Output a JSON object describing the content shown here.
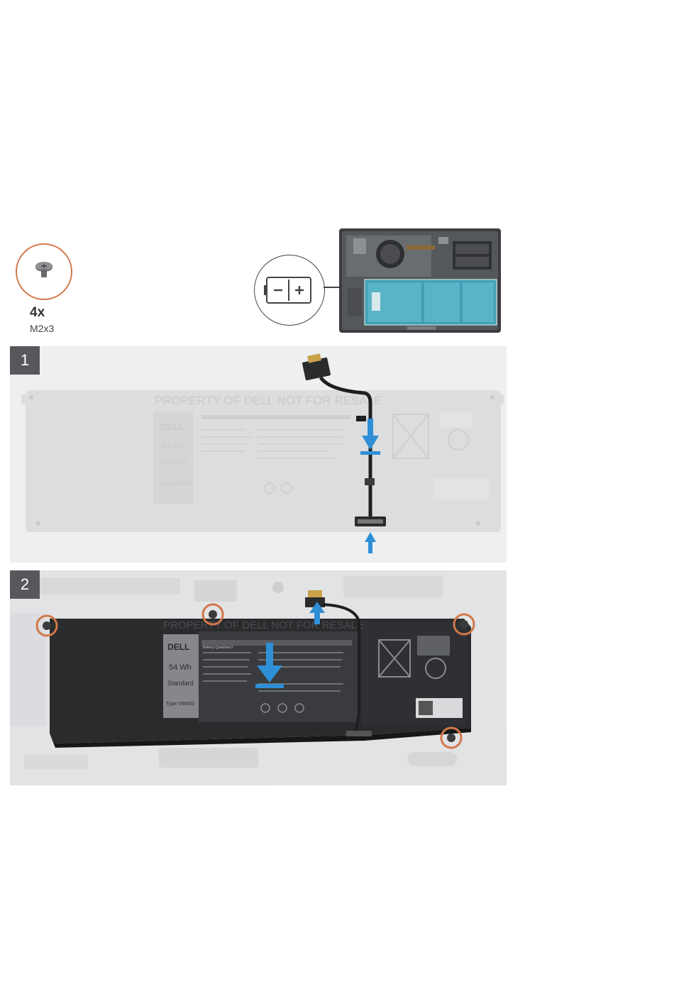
{
  "screw": {
    "count": "4x",
    "type": "M2x3"
  },
  "steps": [
    {
      "number": "1"
    },
    {
      "number": "2"
    }
  ],
  "battery": {
    "brand": "DELL",
    "capacity": "54 Wh",
    "grade": "Standard",
    "type_label": "Type V6W33",
    "watermark": "PROPERTY OF DELL NOT FOR RESALE",
    "title_small": "Battery Questions?"
  },
  "colors": {
    "screw_highlight": "#d2784a",
    "arrow": "#2f8fd6",
    "panel_bg": "#eeeff1",
    "badge_bg": "#56585b",
    "battery_body": "#2a2b2d",
    "overview_battery": "#5ab4c8"
  }
}
